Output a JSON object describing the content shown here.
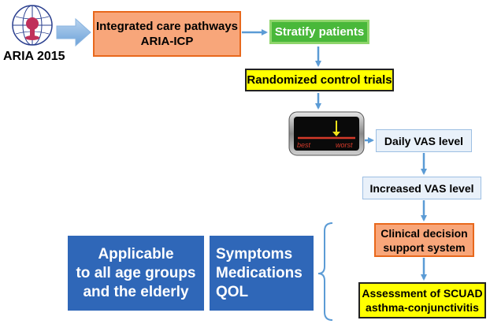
{
  "logo": {
    "icon": "aria-globe-logo-icon",
    "caption": "ARIA 2015"
  },
  "nodes": {
    "icp": {
      "line1": "Integrated care pathways",
      "line2": "ARIA-ICP"
    },
    "stratify": {
      "label": "Stratify patients"
    },
    "rct": {
      "label": "Randomized control trials"
    },
    "device": {
      "icon": "vas-device-icon",
      "best": "best",
      "worst": "worst"
    },
    "daily": {
      "label": "Daily VAS level"
    },
    "increased": {
      "label": "Increased VAS level"
    },
    "cdss": {
      "line1": "Clinical decision",
      "line2": "support system"
    },
    "scuad": {
      "line1": "Assessment of SCUAD",
      "line2": "asthma-conjunctivitis"
    }
  },
  "applicable": {
    "line1": "Applicable",
    "line2": "to all age groups",
    "line3": "and the elderly"
  },
  "outcomes": {
    "line1": "Symptoms",
    "line2": "Medications",
    "line3": "QOL"
  },
  "colors": {
    "orange_fill": "#f8a67a",
    "orange_border": "#e8681c",
    "green": "#49b83a",
    "yellow": "#ffff00",
    "blue": "#2f67b8",
    "light_blue": "#e9f1fa",
    "arrow": "#5b9bd5"
  }
}
